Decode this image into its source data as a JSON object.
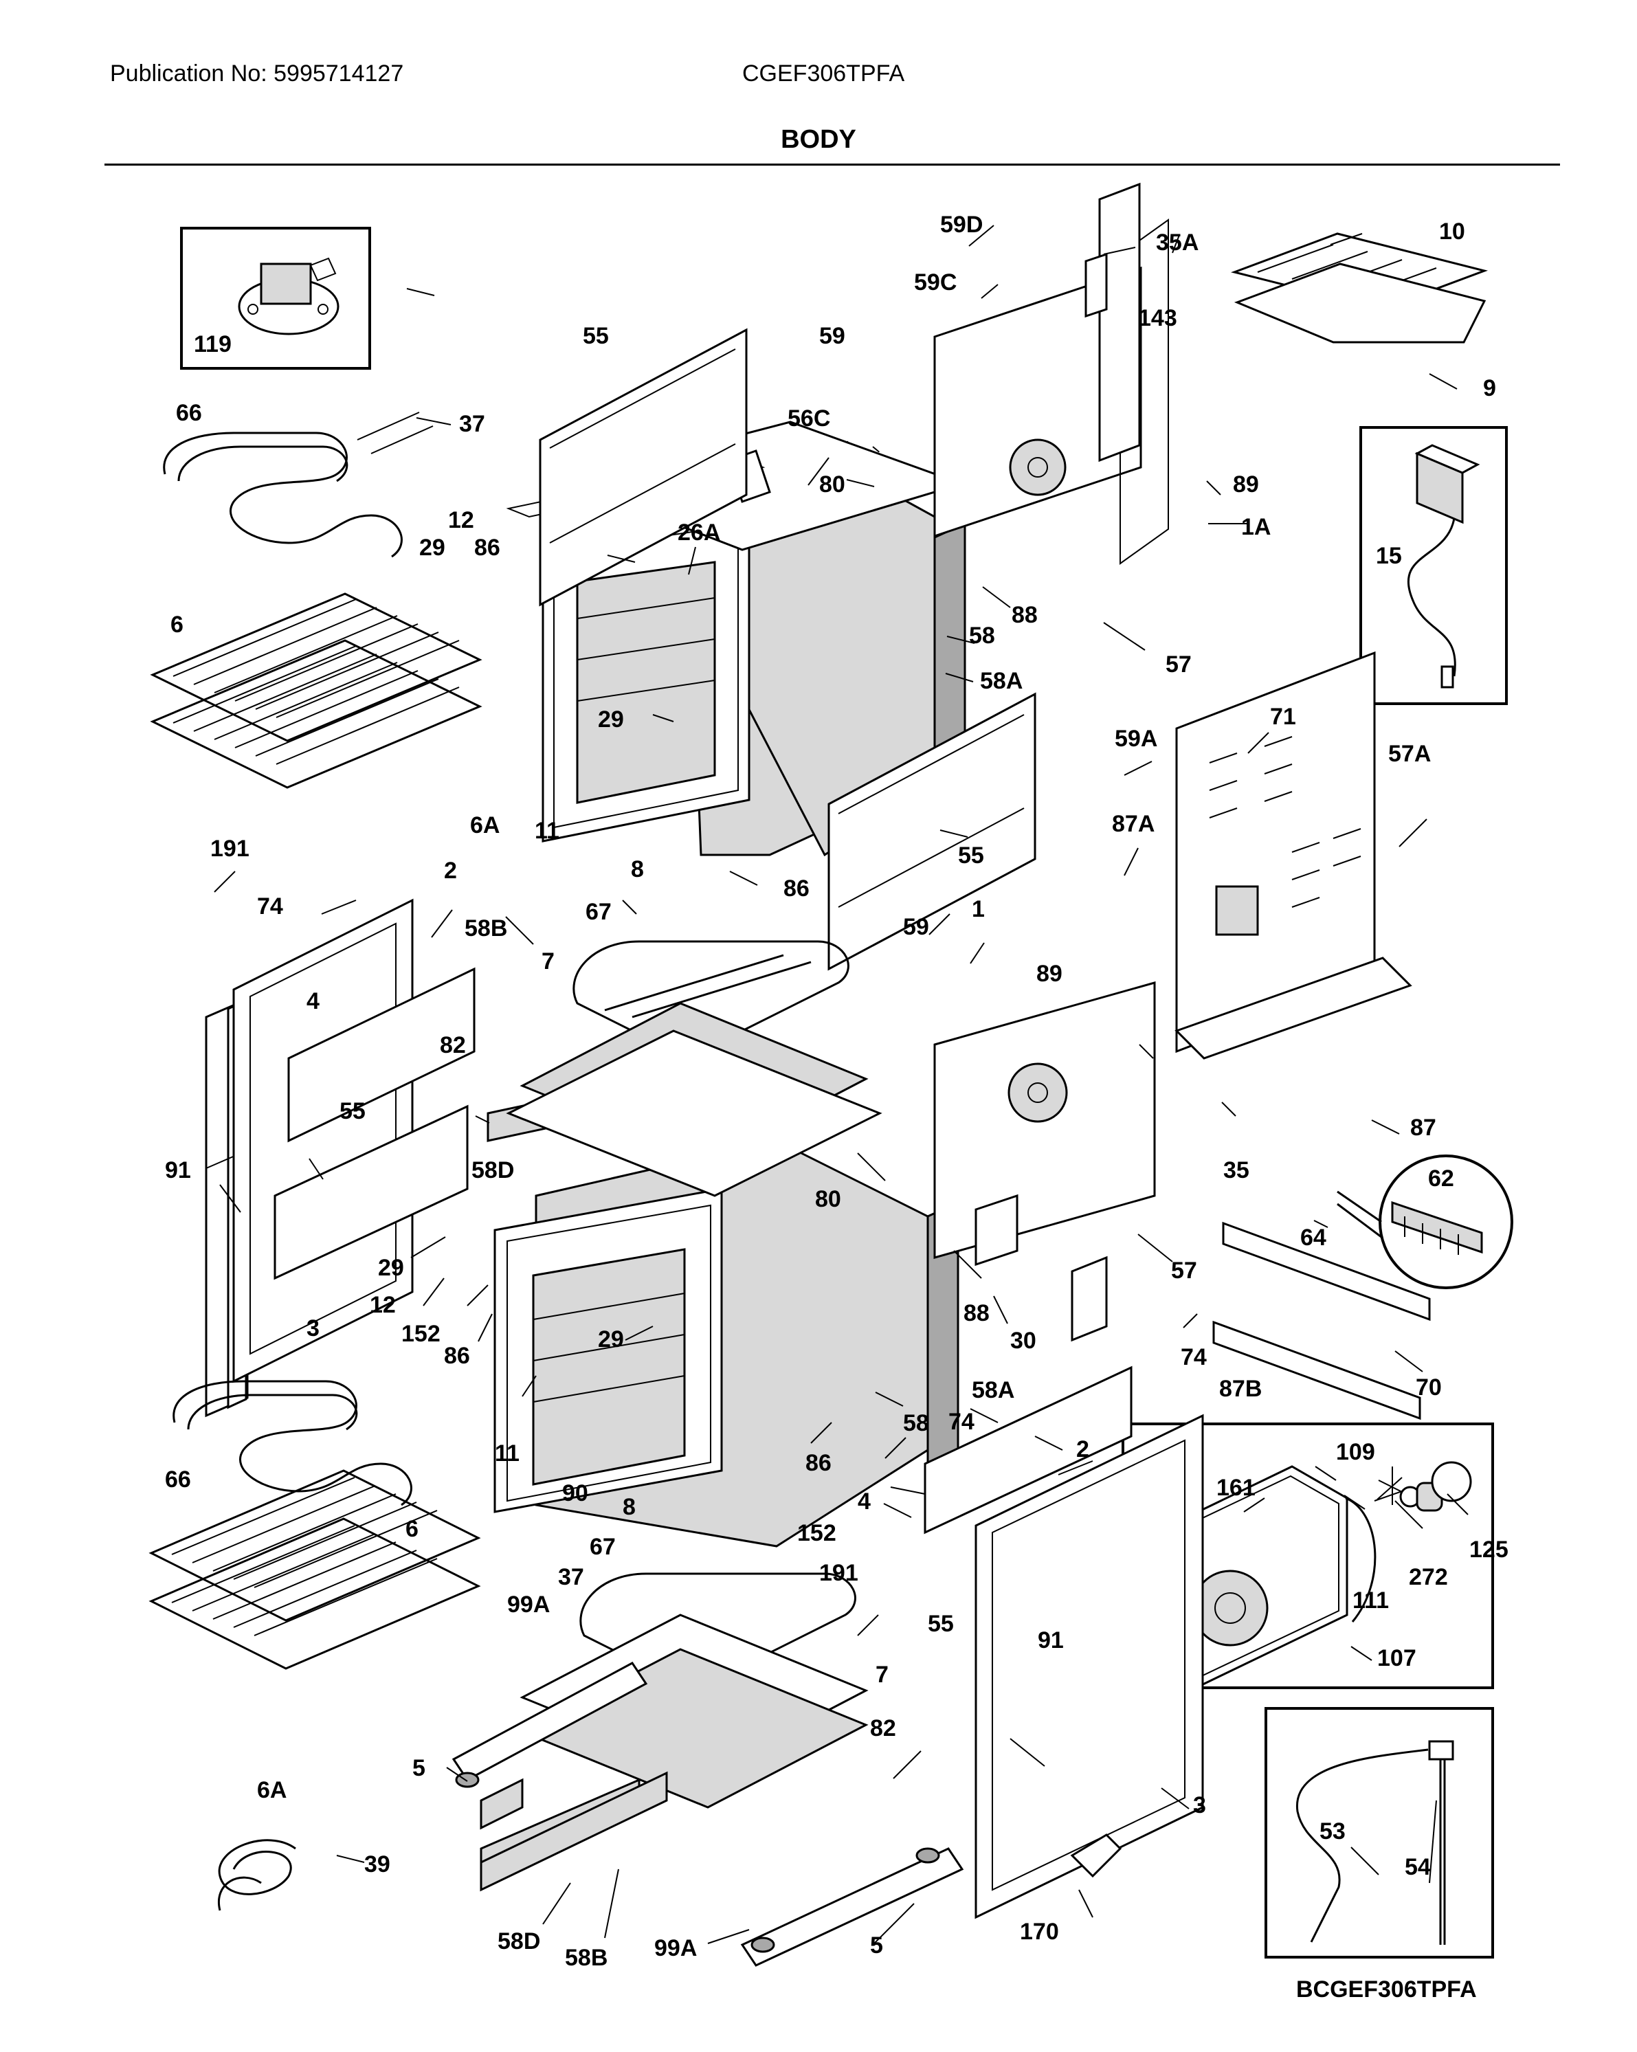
{
  "header": {
    "publication": "Publication No: 5995714127",
    "model": "CGEF306TPFA",
    "section": "BODY"
  },
  "footer": {
    "diagram_id": "BCGEF306TPFA"
  },
  "callouts": {
    "c119": "119",
    "c66a": "66",
    "c37a": "37",
    "c12a": "12",
    "c29a": "29",
    "c86a": "86",
    "c6a": "6",
    "c6Aa": "6A",
    "c11a": "11",
    "c55a": "55",
    "c56C": "56C",
    "c26A": "26A",
    "c29b": "29",
    "c59": "59",
    "c80a": "80",
    "c59D": "59D",
    "c59C": "59C",
    "c35A": "35A",
    "c143": "143",
    "c10": "10",
    "c9": "9",
    "c89a": "89",
    "c1A": "1A",
    "c15": "15",
    "c88a": "88",
    "c57a": "57",
    "c58a": "58",
    "c58Aa": "58A",
    "c55b": "55",
    "c86b": "86",
    "c59A": "59A",
    "c71": "71",
    "c57A": "57A",
    "c87A": "87A",
    "c191a": "191",
    "c74a": "74",
    "c2a": "2",
    "c58Ba": "58B",
    "c67a": "67",
    "c8a": "8",
    "c7a": "7",
    "c4a": "4",
    "c82a": "82",
    "c59b": "59",
    "c1": "1",
    "c89b": "89",
    "c55c": "55",
    "c91a": "91",
    "c58Da": "58D",
    "c80b": "80",
    "c35": "35",
    "c87": "87",
    "c62": "62",
    "c64": "64",
    "c29c": "29",
    "c12b": "12",
    "c152a": "152",
    "c86c": "86",
    "c3a": "3",
    "c88b": "88",
    "c57b": "57",
    "c30": "30",
    "c70": "70",
    "c87B": "87B",
    "c74b": "74",
    "c29d": "29",
    "c11b": "11",
    "c58b": "58",
    "c58Ab": "58A",
    "c74c": "74",
    "c66b": "66",
    "c90": "90",
    "c86d": "86",
    "c152b": "152",
    "c2b": "2",
    "c4b": "4",
    "c109": "109",
    "c161": "161",
    "c125": "125",
    "c272": "272",
    "c111": "111",
    "c6b": "6",
    "c8b": "8",
    "c37b": "37",
    "c67b": "67",
    "c191b": "191",
    "c99Aa": "99A",
    "c7b": "7",
    "c55d": "55",
    "c91b": "91",
    "c107": "107",
    "c6Ab": "6A",
    "c5a": "5",
    "c82b": "82",
    "c3b": "3",
    "c53": "53",
    "c39": "39",
    "c58Db": "58D",
    "c58Bb": "58B",
    "c99Ab": "99A",
    "c5b": "5",
    "c170": "170",
    "c54": "54"
  }
}
